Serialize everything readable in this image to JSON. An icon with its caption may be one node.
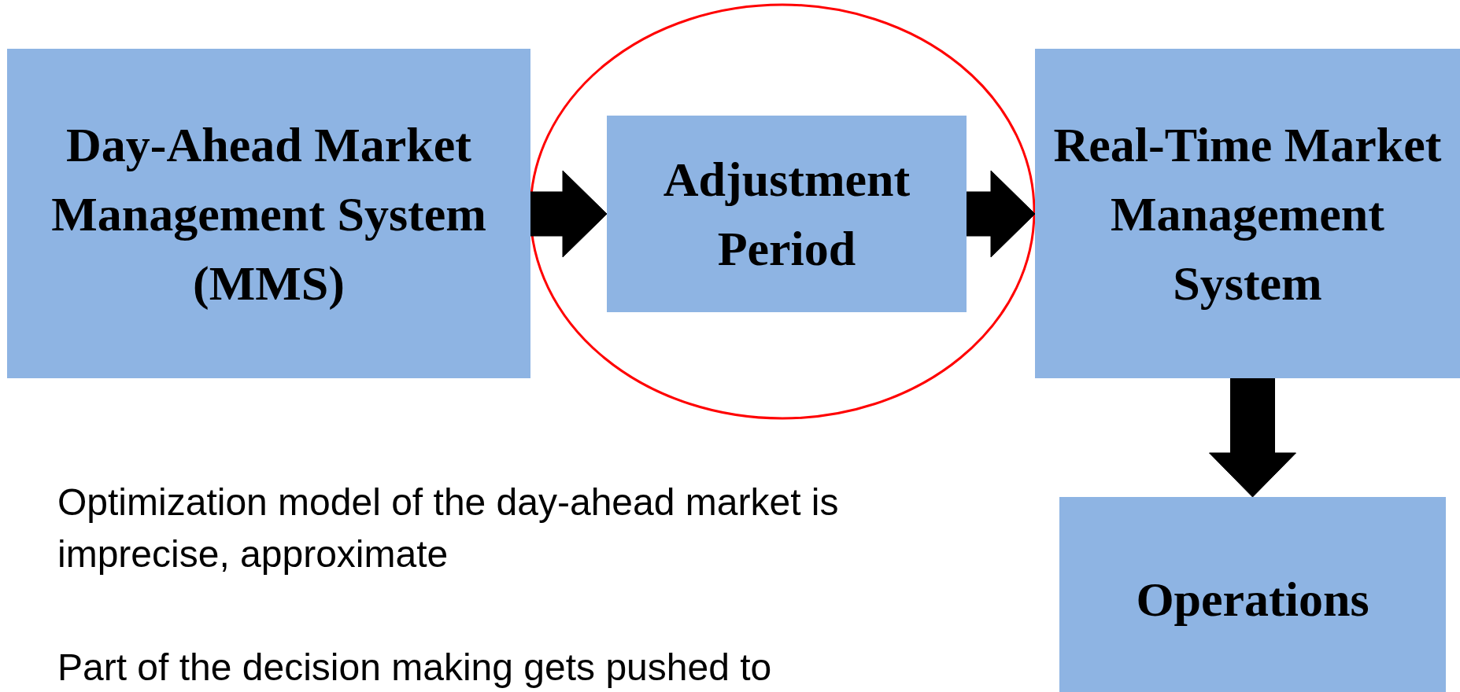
{
  "diagram": {
    "nodes": [
      {
        "text": [
          "Day-Ahead Market Management System (MMS)"
        ]
      },
      {
        "text": [
          "Adjustment Period"
        ]
      },
      {
        "text": [
          "Real-Time Market Management System"
        ]
      },
      {
        "text": [
          "Operations"
        ]
      }
    ],
    "edges": [
      {
        "from": 0,
        "to": 1,
        "arrow": "to"
      },
      {
        "from": 1,
        "to": 2,
        "arrow": "to"
      },
      {
        "from": 2,
        "to": 3,
        "arrow": "to"
      }
    ],
    "labels": [
      "Optimization model of the day-ahead market is imprecise, approximate",
      "Part of the decision making gets pushed to"
    ]
  }
}
